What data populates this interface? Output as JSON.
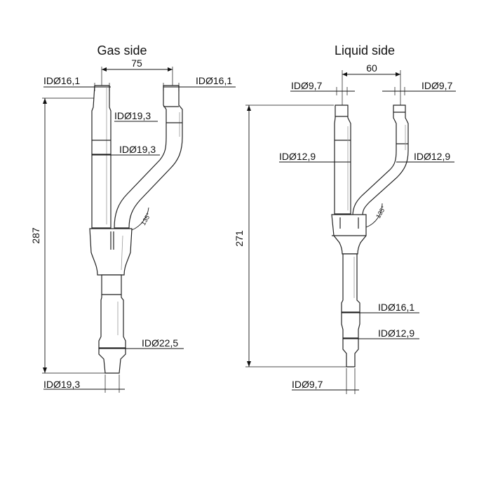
{
  "gas": {
    "title": "Gas side",
    "spacing": "75",
    "height": "287",
    "labels": {
      "top_left": "IDØ16,1",
      "top_right": "IDØ16,1",
      "branch_upper": "IDØ19,3",
      "branch_lower": "IDØ19,3",
      "outlet_large": "IDØ22,5",
      "outlet_bottom": "IDØ19,3",
      "angle": "135°"
    }
  },
  "liquid": {
    "title": "Liquid side",
    "spacing": "60",
    "height": "271",
    "labels": {
      "top_left": "IDØ9,7",
      "top_right": "IDØ9,7",
      "branch_left": "IDØ12,9",
      "branch_right": "IDØ12,9",
      "outlet_upper": "IDØ16,1",
      "outlet_lower": "IDØ12,9",
      "outlet_bottom": "IDØ9,7",
      "angle": "135°"
    }
  }
}
